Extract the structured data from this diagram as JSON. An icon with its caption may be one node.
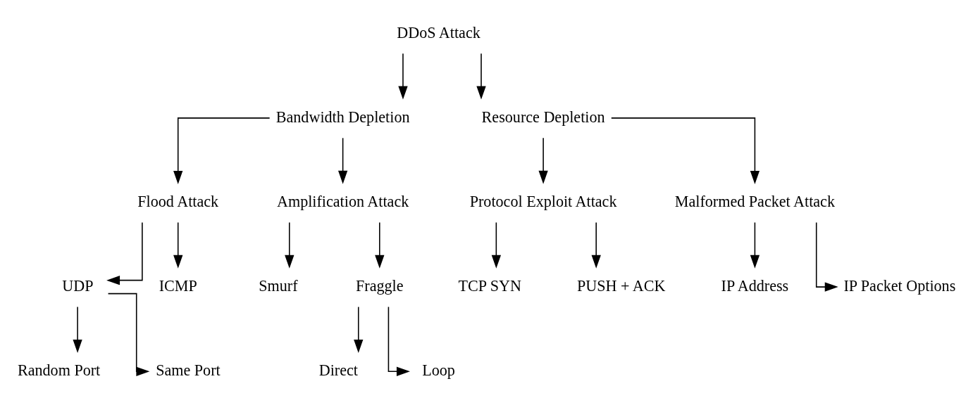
{
  "diagram": {
    "nodes": [
      {
        "text": [
          "DDoS Attack"
        ]
      },
      {
        "text": [
          "Bandwidth Depletion"
        ]
      },
      {
        "text": [
          "Resource Depletion"
        ]
      },
      {
        "text": [
          "Flood Attack"
        ]
      },
      {
        "text": [
          "Amplification Attack"
        ]
      },
      {
        "text": [
          "Protocol Exploit Attack"
        ]
      },
      {
        "text": [
          "Malformed Packet Attack"
        ]
      },
      {
        "text": [
          "UDP"
        ]
      },
      {
        "text": [
          "ICMP"
        ]
      },
      {
        "text": [
          "Smurf"
        ]
      },
      {
        "text": [
          "Fraggle"
        ]
      },
      {
        "text": [
          "TCP SYN"
        ]
      },
      {
        "text": [
          "PUSH + ACK"
        ]
      },
      {
        "text": [
          "Random Port"
        ]
      },
      {
        "text": [
          "Same Port"
        ]
      },
      {
        "text": [
          "Direct"
        ]
      },
      {
        "text": [
          "Loop"
        ]
      },
      {
        "text": [
          "IP Address"
        ]
      },
      {
        "text": [
          "IP Packet Options"
        ]
      }
    ],
    "edges": [
      {
        "from": 0,
        "to": 1,
        "arrow": "to"
      },
      {
        "from": 0,
        "to": 2,
        "arrow": "to"
      },
      {
        "from": 1,
        "to": 3,
        "arrow": "to"
      },
      {
        "from": 1,
        "to": 4,
        "arrow": "to"
      },
      {
        "from": 2,
        "to": 5,
        "arrow": "to"
      },
      {
        "from": 2,
        "to": 6,
        "arrow": "to"
      },
      {
        "from": 3,
        "to": 7,
        "arrow": "to"
      },
      {
        "from": 3,
        "to": 8,
        "arrow": "to"
      },
      {
        "from": 4,
        "to": 9,
        "arrow": "to"
      },
      {
        "from": 4,
        "to": 10,
        "arrow": "to"
      },
      {
        "from": 5,
        "to": 11,
        "arrow": "to"
      },
      {
        "from": 5,
        "to": 12,
        "arrow": "to"
      },
      {
        "from": 7,
        "to": 13,
        "arrow": "to"
      },
      {
        "from": 7,
        "to": 14,
        "arrow": "to"
      },
      {
        "from": 10,
        "to": 15,
        "arrow": "to"
      },
      {
        "from": 10,
        "to": 16,
        "arrow": "to"
      },
      {
        "from": 6,
        "to": 17,
        "arrow": "to"
      },
      {
        "from": 6,
        "to": 18,
        "arrow": "to"
      }
    ]
  }
}
